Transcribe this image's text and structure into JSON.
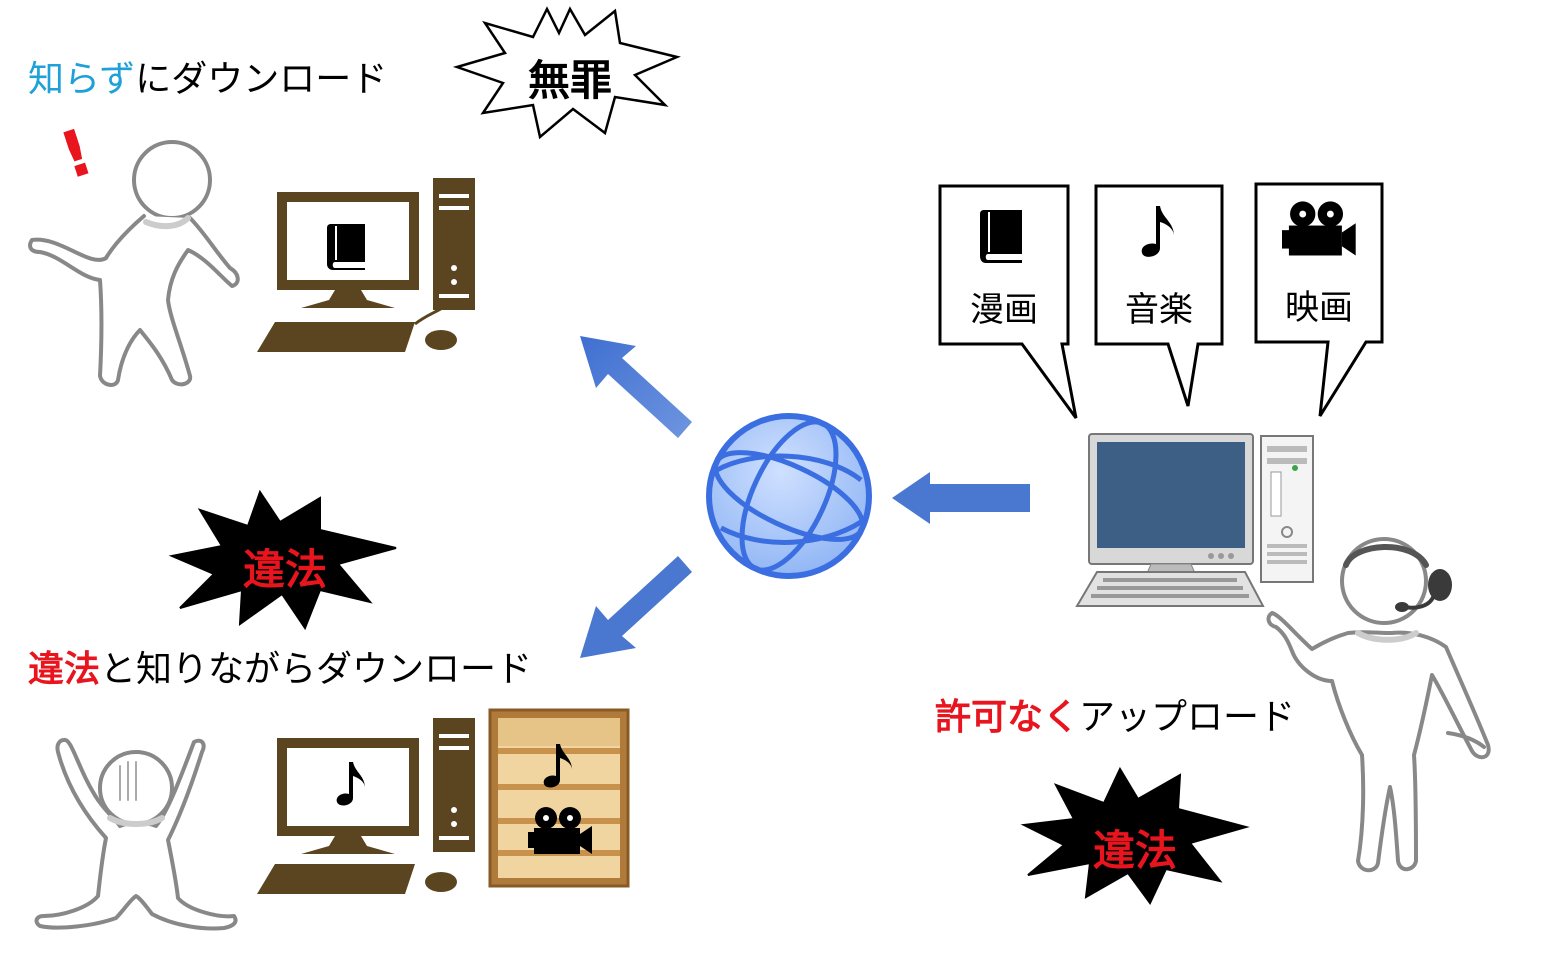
{
  "top_left": {
    "caption_highlight": "知らず",
    "caption_rest": "にダウンロード",
    "verdict": "無罪",
    "alert_mark": "!"
  },
  "bottom_left": {
    "verdict": "違法",
    "caption_highlight": "違法",
    "caption_rest": "と知りながらダウンロード",
    "monitor_icon": "music-note-icon",
    "shelf_icons": [
      "music-note-icon",
      "movie-camera-icon"
    ]
  },
  "right": {
    "bubbles": [
      {
        "label": "漫画",
        "icon": "book-icon"
      },
      {
        "label": "音楽",
        "icon": "music-note-icon"
      },
      {
        "label": "映画",
        "icon": "movie-camera-icon"
      }
    ],
    "caption_highlight": "許可なく",
    "caption_rest": "アップロード",
    "verdict": "違法"
  },
  "center": {
    "icon": "globe-icon"
  },
  "colors": {
    "highlight_blue": "#1ea0d8",
    "highlight_red": "#e8141e",
    "arrow_blue": "#4a78d0",
    "pc_brown": "#5a4520",
    "globe_blue": "#3b6ee0"
  }
}
